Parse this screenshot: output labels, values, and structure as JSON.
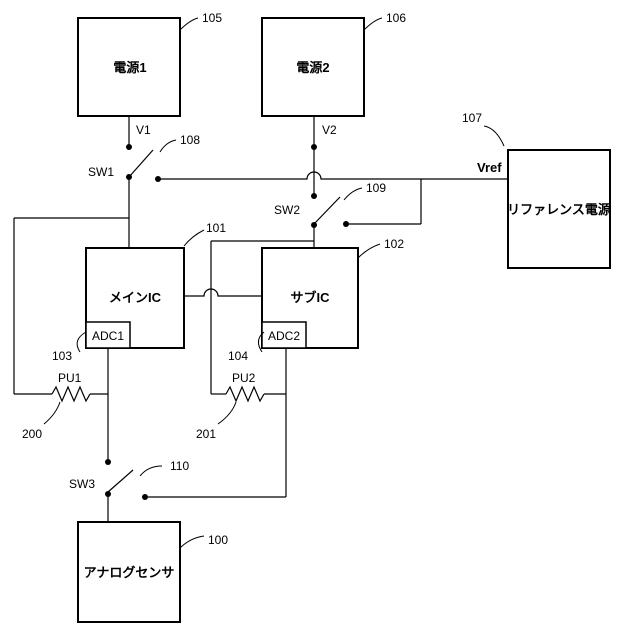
{
  "blocks": {
    "power1": "電源1",
    "power2": "電源2",
    "reference_power": "リファレンス電源",
    "main_ic": "メインIC",
    "sub_ic": "サブIC",
    "adc1": "ADC1",
    "adc2": "ADC2",
    "analog_sensor": "アナログセンサ"
  },
  "signals": {
    "v1": "V1",
    "v2": "V2",
    "vref": "Vref",
    "sw1": "SW1",
    "sw2": "SW2",
    "sw3": "SW3",
    "pu1": "PU1",
    "pu2": "PU2"
  },
  "refs": {
    "r100": "100",
    "r101": "101",
    "r102": "102",
    "r103": "103",
    "r104": "104",
    "r105": "105",
    "r106": "106",
    "r107": "107",
    "r108": "108",
    "r109": "109",
    "r110": "110",
    "r200": "200",
    "r201": "201"
  }
}
